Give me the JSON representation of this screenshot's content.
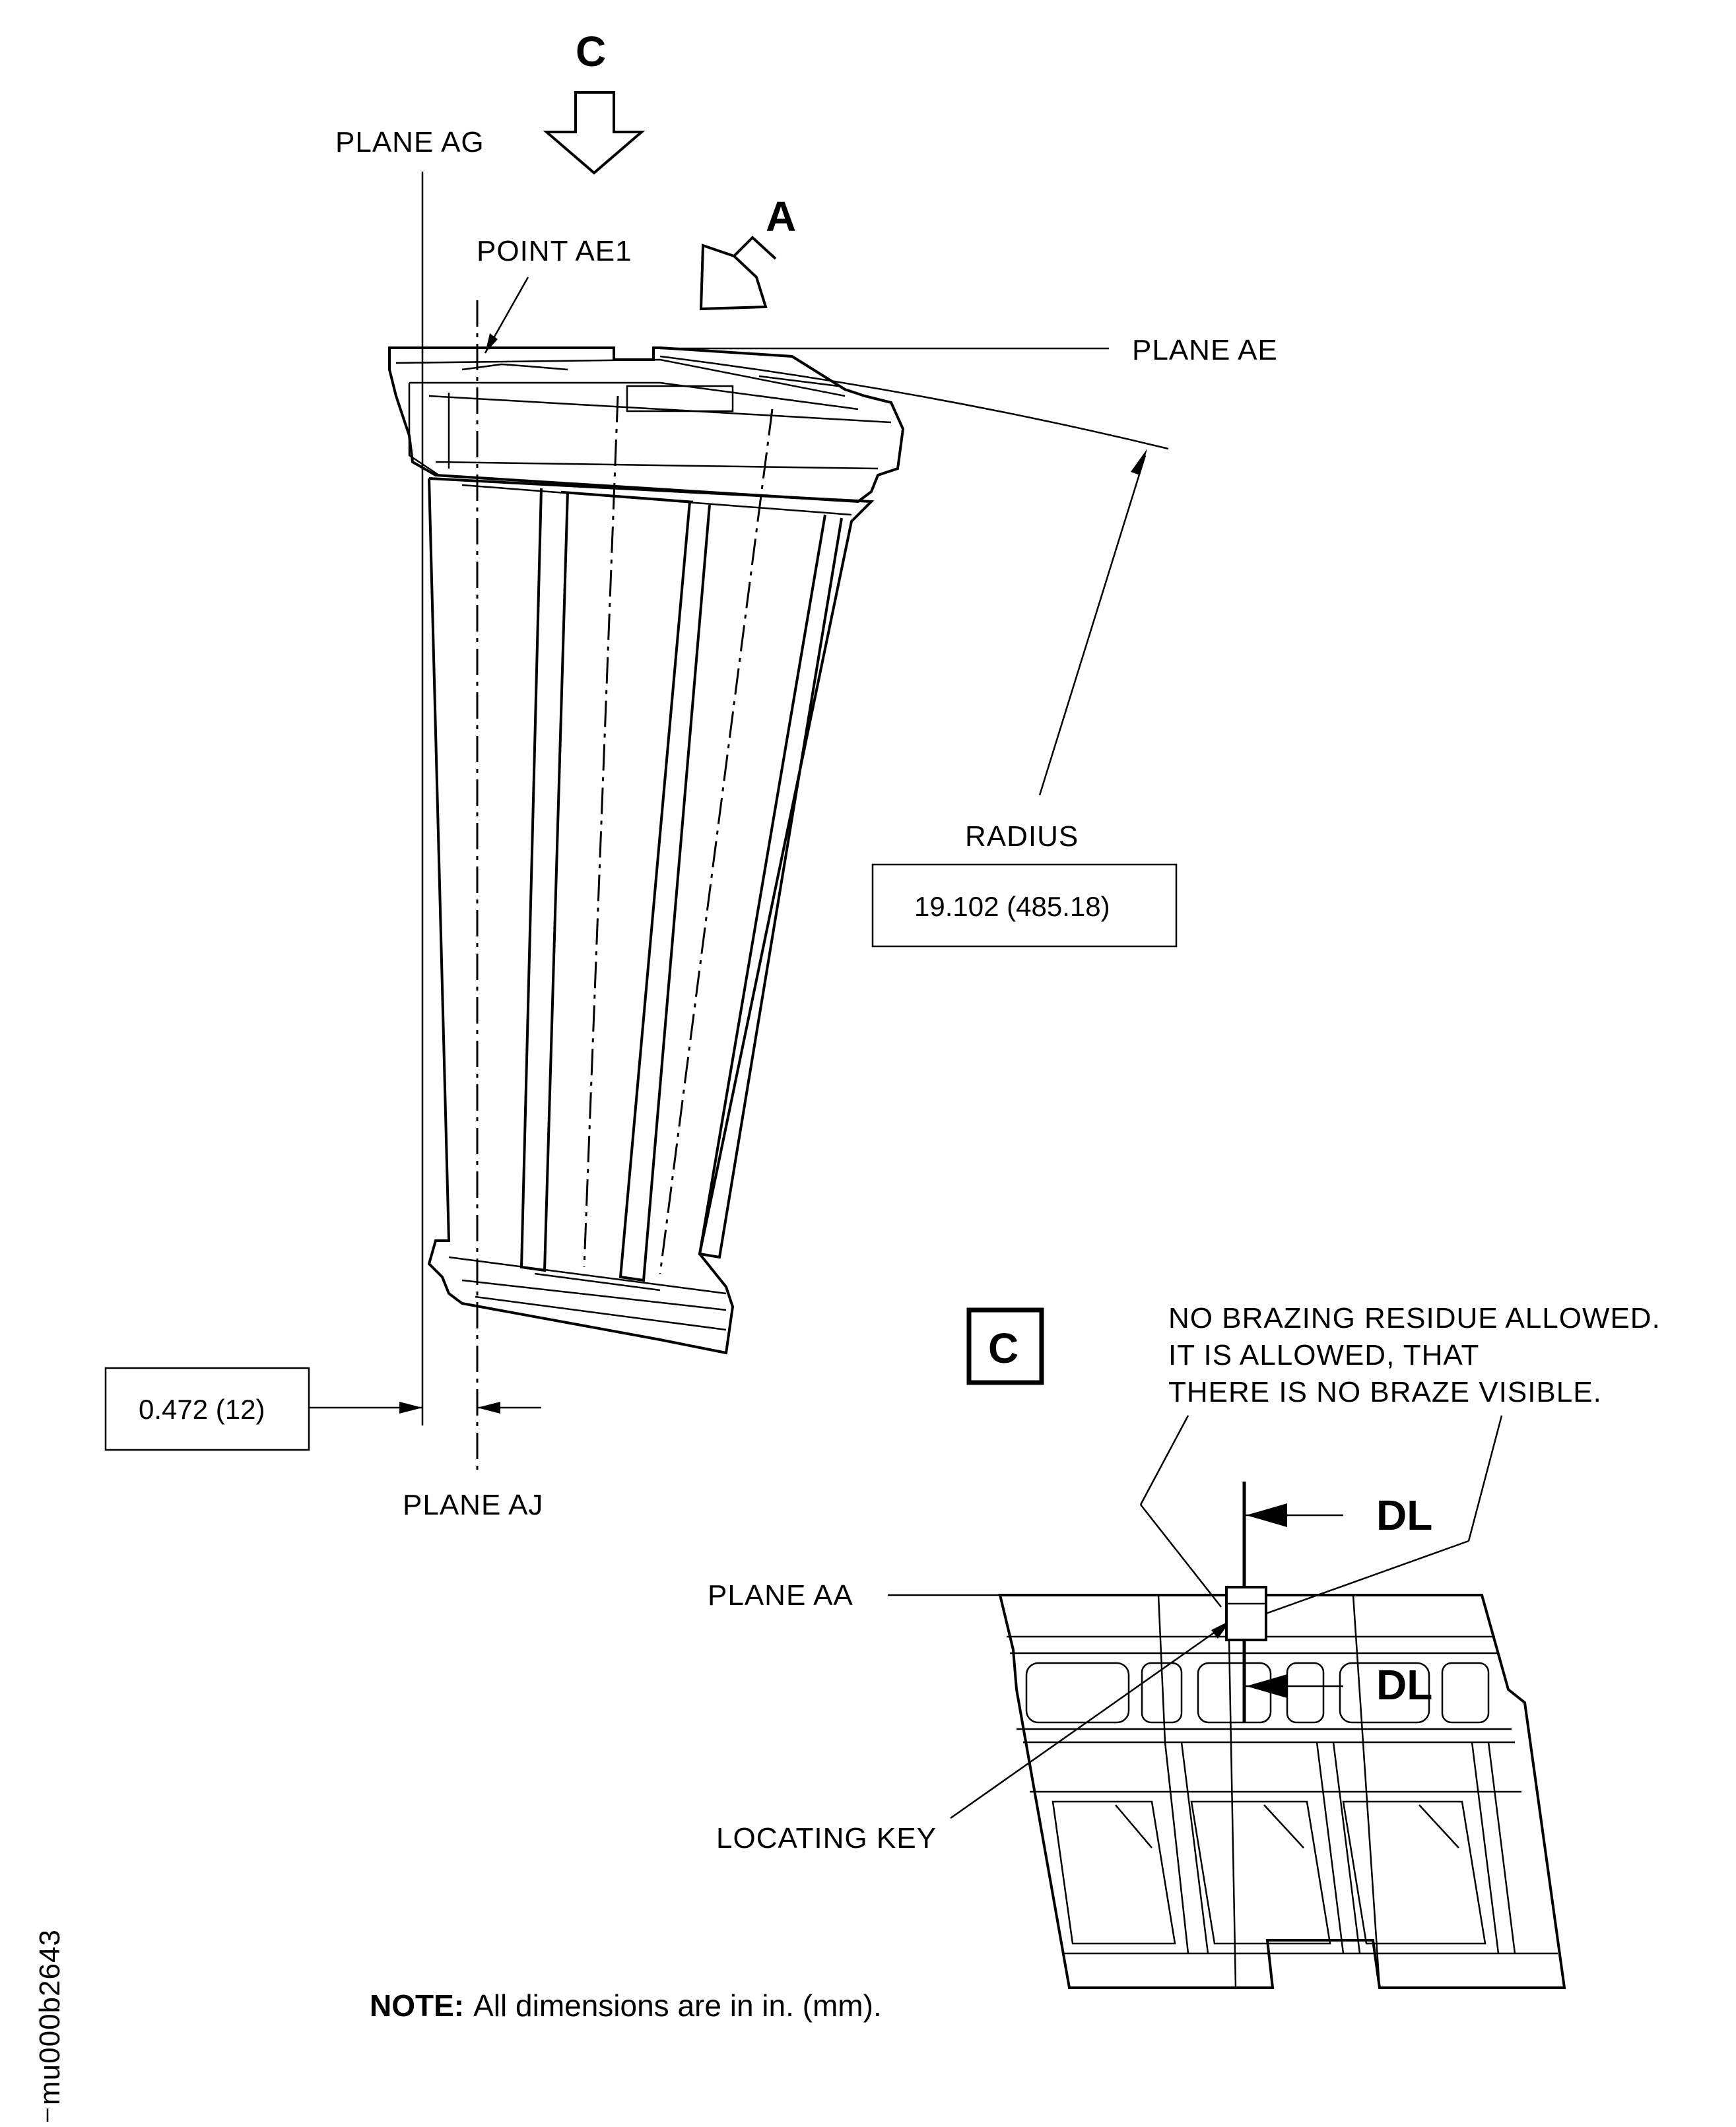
{
  "labels": {
    "view_c": "C",
    "view_a": "A",
    "plane_ag": "PLANE AG",
    "point_ae1": "POINT AE1",
    "plane_ae": "PLANE AE",
    "radius_label": "RADIUS",
    "radius_value": "19.102 (485.18)",
    "dim_value": "0.472 (12)",
    "plane_aj": "PLANE AJ",
    "detail_c": "C",
    "note_line1": "NO BRAZING RESIDUE ALLOWED.",
    "note_line2": "IT IS ALLOWED, THAT",
    "note_line3": "THERE IS NO BRAZE VISIBLE.",
    "dl_top": "DL",
    "dl_bottom": "DL",
    "plane_aa": "PLANE AA",
    "locating_key": "LOCATING KEY",
    "note_prefix": "NOTE:",
    "note_text": "All dimensions are in in. (mm).",
    "figure_id": "mu000b2643"
  }
}
